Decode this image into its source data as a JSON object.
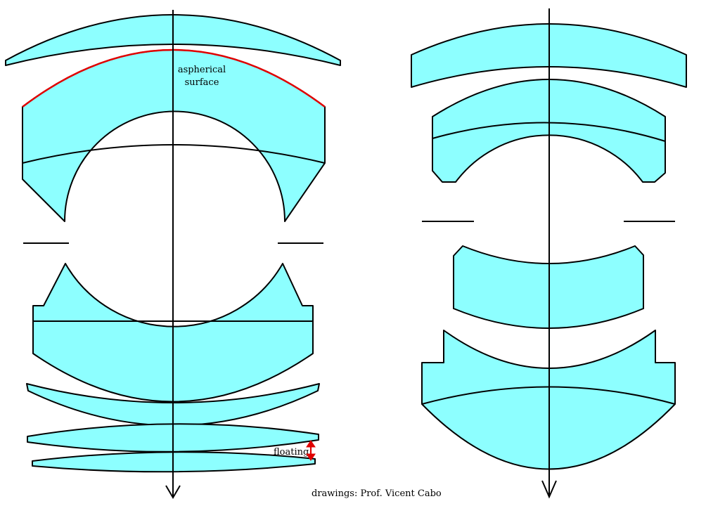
{
  "labels": {
    "aspherical_line1": "aspherical",
    "aspherical_line2": "surface",
    "floating": "floating",
    "credit": "drawings: Prof. Vicent Cabo"
  },
  "colors": {
    "glass": "#8dffff",
    "aspherical_surface": "#e00000",
    "floating_arrow": "#e00000",
    "outline": "#000000"
  },
  "icons": {
    "axis_arrow": "down-arrow-icon",
    "floating_arrow": "double-vertical-arrow-icon"
  }
}
